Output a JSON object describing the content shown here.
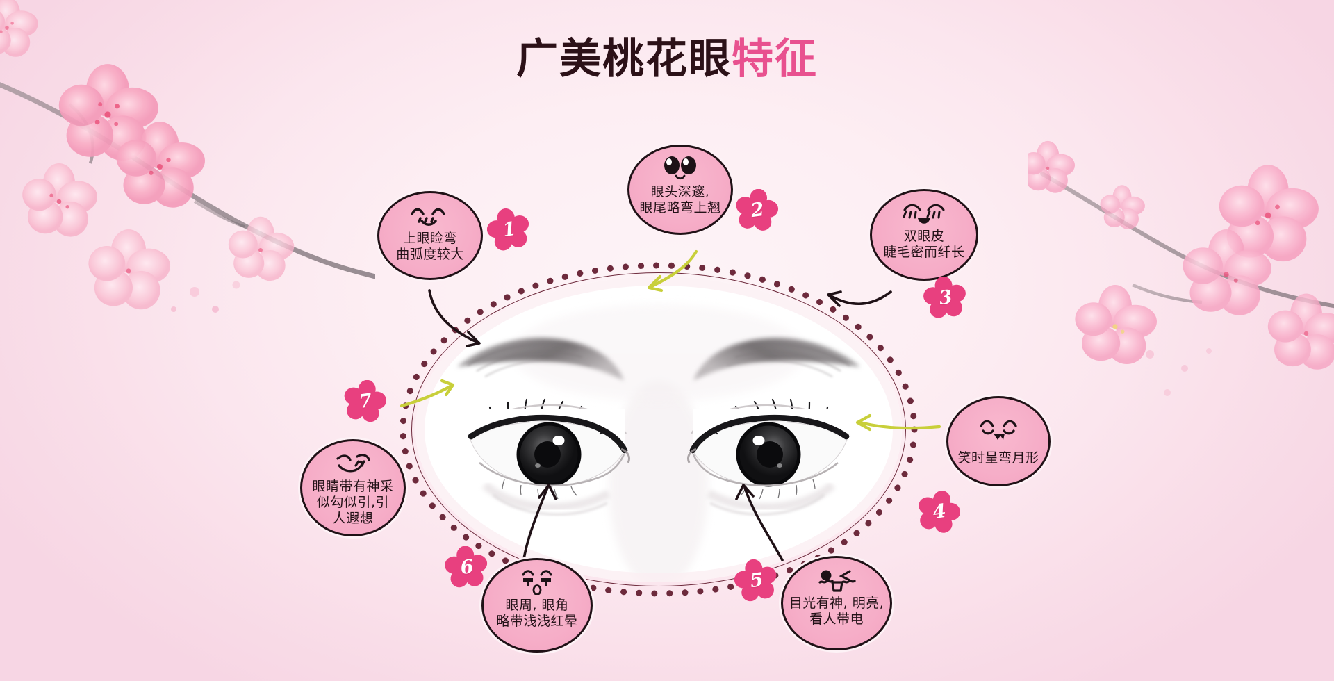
{
  "page": {
    "background_color": "#fbeef2",
    "accent_pink": "#e8518f",
    "bubble_fill": "#f6aec8",
    "outline_color": "#1f1116",
    "badge_color": "#e8407f",
    "arrow_dark": "#1f1116",
    "arrow_olive": "#c8cf3a",
    "dot_ring_color": "#6d2a3c"
  },
  "title": {
    "dark_part": "广美桃花眼",
    "pink_part": "特征",
    "full": "广美桃花眼特征"
  },
  "center_photo": {
    "alt": "黑白近景人物双眼照片",
    "shape": "ellipse",
    "border_style": "dotted-ring"
  },
  "features": [
    {
      "number": "1",
      "text": "上眼睑弯\n曲弧度较大",
      "face": "smiling-closed-eyes-face",
      "badge_position": "right"
    },
    {
      "number": "2",
      "text": "眼头深邃,\n眼尾略弯上翘",
      "face": "big-round-eyes-face",
      "badge_position": "right"
    },
    {
      "number": "3",
      "text": "双眼皮\n睫毛密而纤长",
      "face": "long-lashes-closed-eyes-face",
      "badge_position": "bottom-left"
    },
    {
      "number": "4",
      "text": "笑时呈弯月形",
      "face": "fang-smile-face",
      "badge_position": "bottom-left"
    },
    {
      "number": "5",
      "text": "目光有神, 明亮,\n看人带电",
      "face": "winking-face",
      "badge_position": "left"
    },
    {
      "number": "6",
      "text": "眼周, 眼角\n略带浅浅红晕",
      "face": "surprised-face",
      "badge_position": "top-left"
    },
    {
      "number": "7",
      "text": "眼睛带有神采\n似勾似引,引\n人遐想",
      "face": "smirking-face",
      "badge_position": "top-right"
    }
  ],
  "decorations": {
    "left_branch": "watercolor-cherry-blossom-branch",
    "right_branch": "watercolor-cherry-blossom-branch"
  }
}
